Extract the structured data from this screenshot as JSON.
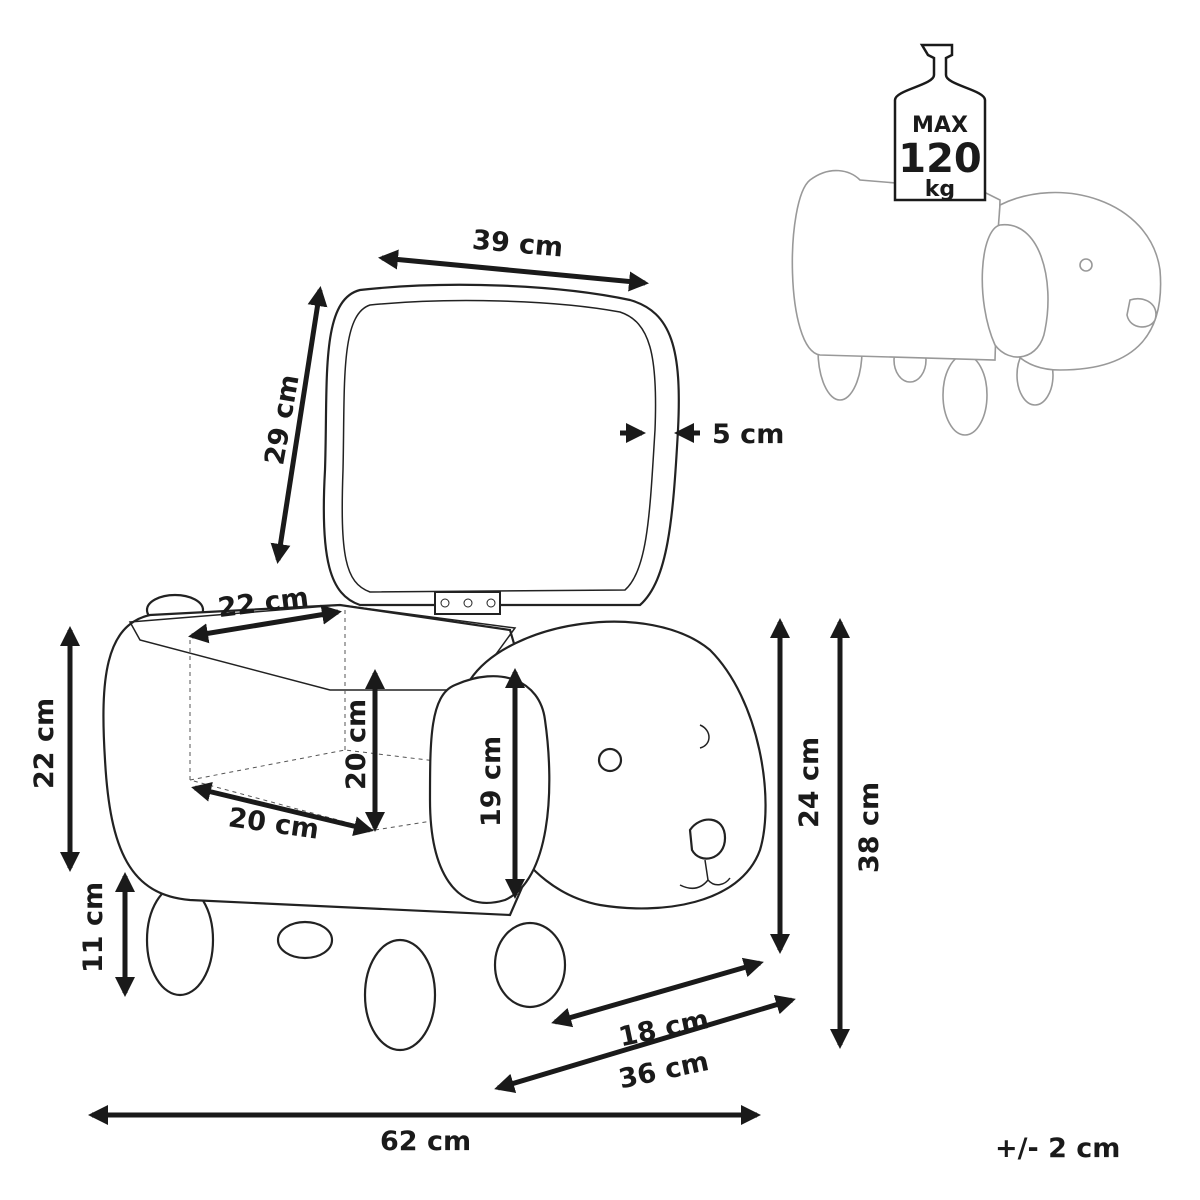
{
  "dimensions": {
    "lid_width": "39 cm",
    "lid_depth": "29 cm",
    "lid_thickness": "5 cm",
    "opening_width": "22 cm",
    "body_height": "22 cm",
    "storage_height": "20 cm",
    "opening_depth": "20 cm",
    "ear_length": "19 cm",
    "head_height": "24 cm",
    "total_height": "38 cm",
    "leg_height": "11 cm",
    "head_width": "18 cm",
    "total_depth": "36 cm",
    "total_width": "62 cm"
  },
  "max_load": {
    "line1": "MAX",
    "line2": "120",
    "line3": "kg"
  },
  "tolerance": "+/- 2 cm"
}
